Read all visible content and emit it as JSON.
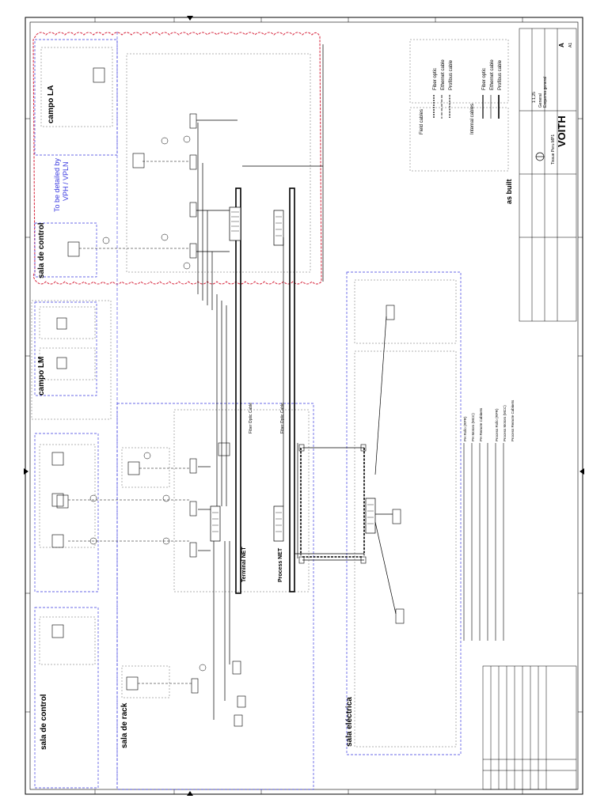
{
  "areas": {
    "campo_la": "campo LA",
    "campo_lm": "campo LM",
    "sala_control_top": "sala de control",
    "sala_control_bottom": "sala de control",
    "sala_rack": "sala de rack",
    "sala_electrica": "sala eléctrica"
  },
  "notes": {
    "vph_1": "To be detailed by",
    "vph_2": "VPH / VPLN",
    "as_built": "as built"
  },
  "networks": {
    "terminal_net": "Terminal NET",
    "process_net": "Process NET",
    "fiber_optic_1": "Fiber Optic Cable",
    "fiber_optic_2": "Fiber Optic Cable"
  },
  "legend": {
    "field_title": "Field cables",
    "internal_title": "Internal cables",
    "field_items": [
      "Fiber optic",
      "Ethernet cable",
      "Profibus cable"
    ],
    "internal_items": [
      "Fiber optic",
      "Ethernet cable",
      "Profibus cable"
    ]
  },
  "title_block": {
    "company": "VOITH",
    "project": "Tissue Peru MP1",
    "subject_1": "General",
    "subject_2": "Esquema general",
    "scale": "1:1,25",
    "sheet": "A",
    "rev": "A1"
  },
  "field_links": {
    "items": [
      "PH Rollo (RPR)",
      "PH Motors (MCC)",
      "PH Remote Cabinets",
      "Process Rollo (RPR)",
      "Process Motors (MCC)",
      "Process Remote Cabinets"
    ]
  },
  "colors": {
    "cloud": "#d9344a",
    "dashed_blue": "#3a3ae0",
    "note_blue": "#3a3ae0",
    "ink": "#000000"
  }
}
